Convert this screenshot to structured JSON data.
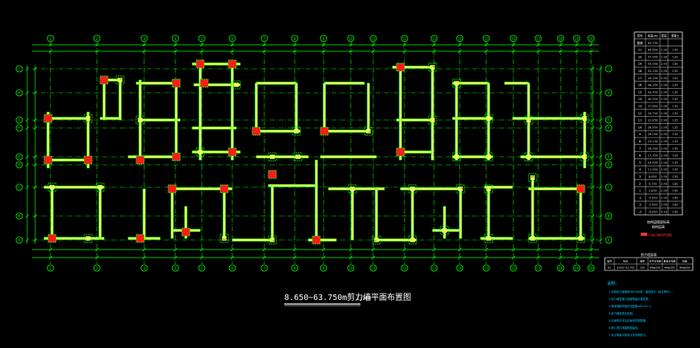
{
  "drawing": {
    "title": "8.650~63.750m剪力墙平面布置图",
    "title_ratio": "1:100",
    "colors": {
      "background": "#000000",
      "axis": "#00ff00",
      "wall": "#ffff66",
      "wall_edge": "#00ff00",
      "column": "#ff1a1a",
      "text": "#ffffff",
      "note": "#00ccff",
      "legend_red": "#ff3333"
    }
  },
  "axes": {
    "columns": [
      "1",
      "2",
      "3",
      "4",
      "5",
      "6",
      "7",
      "8",
      "9",
      "10",
      "11",
      "12",
      "13",
      "14",
      "15",
      "16",
      "17",
      "18",
      "19",
      "20",
      "21",
      "22"
    ],
    "rows": [
      "A",
      "B",
      "C",
      "D",
      "E",
      "F",
      "G",
      "H",
      "J"
    ]
  },
  "floor_table": {
    "header": [
      "层号",
      "标高(m)",
      "层高",
      "混凝土"
    ],
    "rows": [
      [
        "屋面",
        "63.750",
        "",
        ""
      ],
      [
        "21",
        "60.850",
        "2.90",
        "C30"
      ],
      [
        "20",
        "57.950",
        "2.90",
        "C30"
      ],
      [
        "19",
        "55.050",
        "2.90",
        "C30"
      ],
      [
        "18",
        "52.150",
        "2.90",
        "C30"
      ],
      [
        "17",
        "49.250",
        "2.90",
        "C30"
      ],
      [
        "16",
        "46.350",
        "2.90",
        "C30"
      ],
      [
        "15",
        "43.450",
        "2.90",
        "C30"
      ],
      [
        "14",
        "40.550",
        "2.90",
        "C30"
      ],
      [
        "13",
        "37.650",
        "2.90",
        "C30"
      ],
      [
        "12",
        "34.750",
        "2.90",
        "C30"
      ],
      [
        "11",
        "31.850",
        "2.90",
        "C35"
      ],
      [
        "10",
        "28.950",
        "2.90",
        "C35"
      ],
      [
        "9",
        "26.050",
        "2.90",
        "C35"
      ],
      [
        "8",
        "23.150",
        "2.90",
        "C35"
      ],
      [
        "7",
        "20.250",
        "2.90",
        "C35"
      ],
      [
        "6",
        "17.350",
        "2.90",
        "C35"
      ],
      [
        "5",
        "14.450",
        "2.90",
        "C35"
      ],
      [
        "4",
        "11.550",
        "2.90",
        "C35"
      ],
      [
        "3",
        "8.650",
        "2.90",
        "C35"
      ],
      [
        "2",
        "5.750",
        "2.90",
        "C40"
      ],
      [
        "1",
        "2.850",
        "2.90",
        "C40"
      ],
      [
        "-1",
        "-0.050",
        "2.90",
        "C40"
      ],
      [
        "-2",
        "-2.950",
        "2.90",
        "C40"
      ],
      [
        "-3",
        "-6.050",
        "3.10",
        "C40"
      ]
    ],
    "footer_label": "结构层楼面标高",
    "footer_sub": "结构层高",
    "legend_text": "约束边缘构件范围"
  },
  "wall_table": {
    "title": "剪力墙身表",
    "header": [
      "编号",
      "标高",
      "墙厚",
      "水平分布筋",
      "垂直分布筋",
      "拉筋"
    ],
    "row": [
      "Q1",
      "8.650~63.750",
      "200",
      "Φ8@200",
      "Φ8@200",
      "Φ6@600"
    ]
  },
  "notes": {
    "heading": "说明：",
    "items": [
      "1.本图剪力墙墙体均为200厚，轴线居中（除注明外）。",
      "2.剪力墙混凝土强度等级见楼层表。",
      "3.墙体钢筋构造详见图集16G101-1。",
      "4.剪力墙身表见本图。",
      "5.边缘构件详见边缘构件配筋图。",
      "6.墙上洞口按建筑图留设。",
      "7.未注明者均按设计总说明执行。"
    ]
  }
}
